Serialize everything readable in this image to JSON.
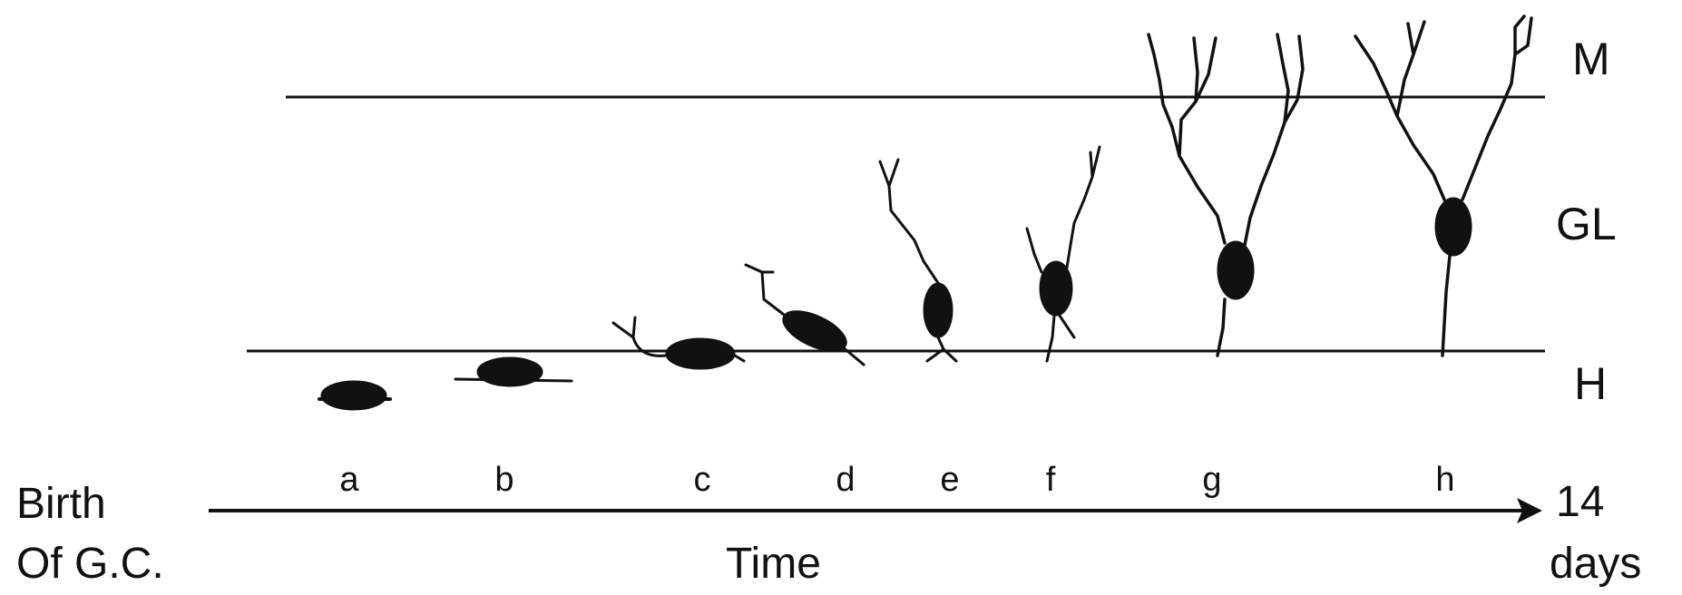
{
  "layers": {
    "top": "M",
    "middle": "GL",
    "bottom": "H"
  },
  "stages": [
    "a",
    "b",
    "c",
    "d",
    "e",
    "f",
    "g",
    "h"
  ],
  "axis": {
    "start_line1": "Birth",
    "start_line2": "Of G.C.",
    "label": "Time",
    "end_line1": "14",
    "end_line2": "days"
  },
  "colors": {
    "ink": "#111111",
    "background": "#ffffff"
  }
}
